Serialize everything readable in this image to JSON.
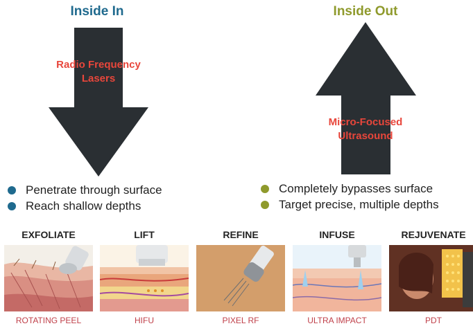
{
  "left": {
    "title": "Inside In",
    "title_color": "#1f6a8e",
    "arrow_label_line1": "Radio Frequency",
    "arrow_label_line2": "Lasers",
    "bullet_color": "#1f6a8e",
    "bullets": [
      "Penetrate through surface",
      "Reach shallow depths"
    ]
  },
  "right": {
    "title": "Inside Out",
    "title_color": "#8f9a2c",
    "arrow_label_line1": "Micro-Focused",
    "arrow_label_line2": "Ultrasound",
    "bullet_color": "#8f9a2c",
    "bullets": [
      "Completely bypasses surface",
      "Target precise, multiple depths"
    ]
  },
  "arrow_color": "#2a2f33",
  "label_color": "#e8463b",
  "panels": [
    {
      "title": "EXFOLIATE",
      "caption": "ROTATING PEEL"
    },
    {
      "title": "LIFT",
      "caption": "HIFU"
    },
    {
      "title": "REFINE",
      "caption": "PIXEL RF"
    },
    {
      "title": "INFUSE",
      "caption": "ULTRA IMPACT"
    },
    {
      "title": "REJUVENATE",
      "caption": "PDT"
    }
  ]
}
